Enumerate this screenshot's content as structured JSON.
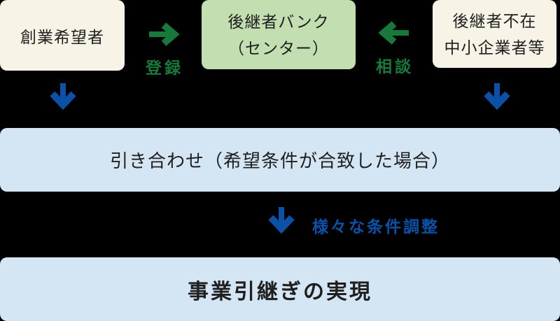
{
  "colors": {
    "background": "#000000",
    "cream_box": "#f7f4e7",
    "green_box": "#c3dfb2",
    "blue_box": "#d4e6f4",
    "green_accent": "#17793c",
    "blue_accent": "#0b51a7",
    "text": "#1f1f1f"
  },
  "nodes": {
    "founder": {
      "label": "創業希望者"
    },
    "bank": {
      "line1": "後継者バンク",
      "line2": "（センター）"
    },
    "sme": {
      "line1": "後継者不在",
      "line2": "中小企業者等"
    },
    "matching": {
      "label": "引き合わせ（希望条件が合致した場合）"
    },
    "result": {
      "label": "事業引継ぎの実現"
    }
  },
  "edges": {
    "register": {
      "label": "登録",
      "direction": "right",
      "from": "founder",
      "to": "bank"
    },
    "consult": {
      "label": "相談",
      "direction": "left",
      "from": "sme",
      "to": "bank"
    },
    "founder_down": {
      "direction": "down",
      "from": "founder",
      "to": "matching"
    },
    "sme_down": {
      "direction": "down",
      "from": "sme",
      "to": "matching"
    },
    "adjust": {
      "label": "様々な条件調整",
      "direction": "down",
      "from": "matching",
      "to": "result"
    }
  }
}
